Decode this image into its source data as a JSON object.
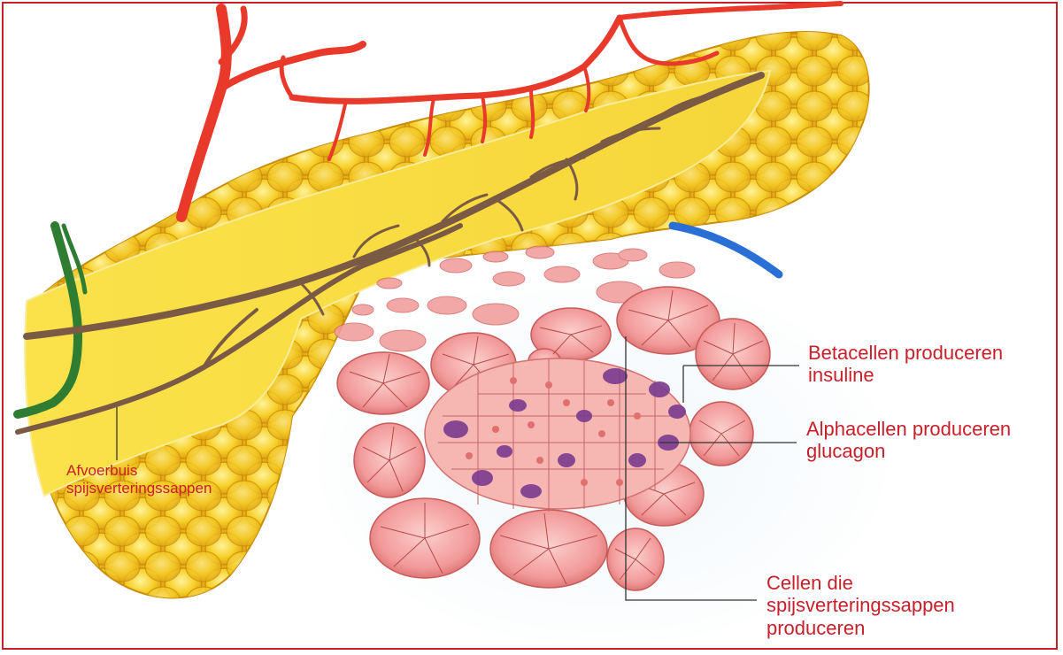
{
  "labels": {
    "beta": {
      "line1": "Betacellen produceren",
      "line2": "insuline"
    },
    "alpha": {
      "line1": "Alphacellen produceren",
      "line2": "glucagon"
    },
    "exocrine": {
      "line1": "Cellen die",
      "line2": "spijsverteringssappen",
      "line3": "produceren"
    },
    "duct": {
      "line1": "Afvoerbuis",
      "line2": "spijsverteringssappen"
    }
  },
  "colors": {
    "frame": "#c8202a",
    "label_text": "#c8202a",
    "pancreas_yellow": "#f2c81e",
    "artery_red": "#e8392a",
    "duct_brown": "#7a5a44",
    "vein_green": "#2e7d32",
    "vein_blue": "#2a6fd6",
    "acinus_pink": "#f29a9a",
    "alpha_purple": "#7b3a8f",
    "leader_line": "#333333"
  },
  "icons": [
    "pancreas-illustration",
    "artery",
    "pancreatic-duct",
    "islet-of-langerhans",
    "acinus-cluster"
  ]
}
